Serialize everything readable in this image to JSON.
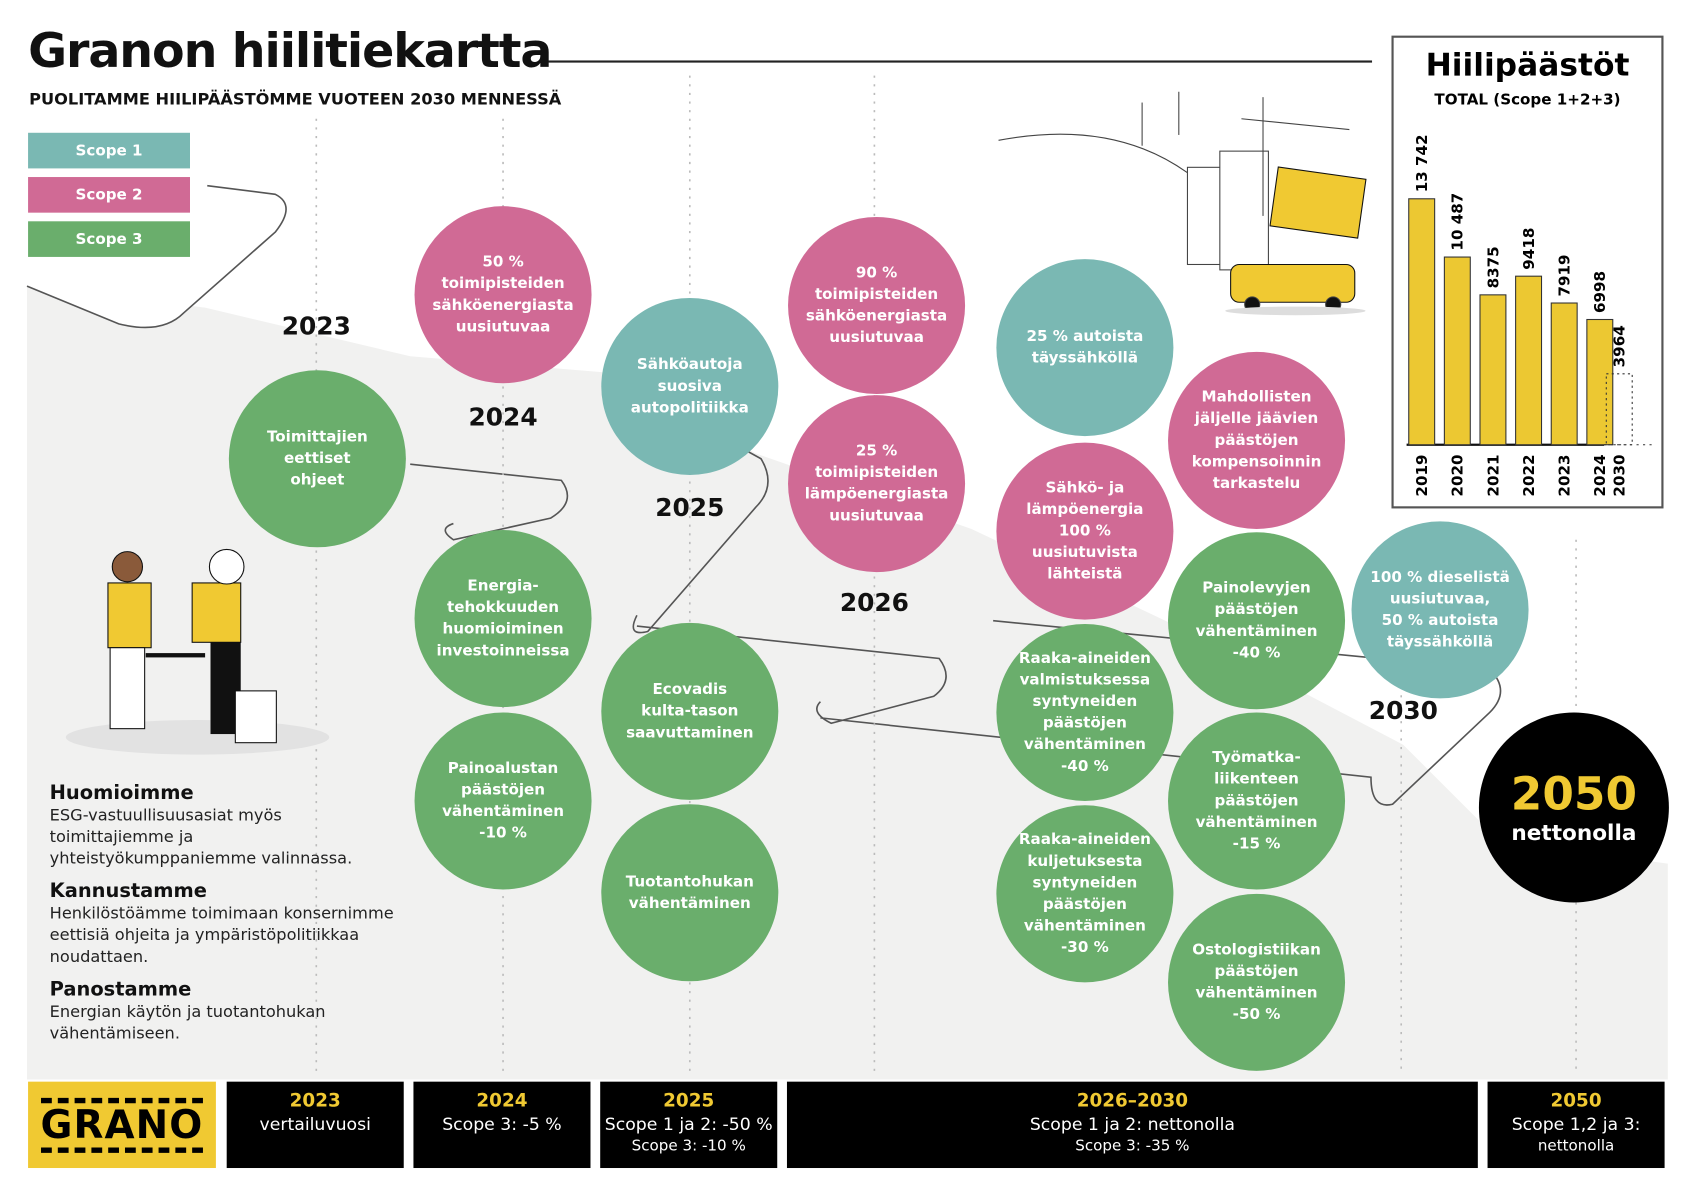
{
  "header": {
    "title": "Granon hiilitiekartta",
    "subtitle": "PUOLITAMME HIILIPÄÄSTÖMME VUOTEEN 2030 MENNESSÄ"
  },
  "colors": {
    "scope1": "#7ab8b3",
    "scope2": "#d06a95",
    "scope3": "#6aae6c",
    "yellow": "#f0c932",
    "black": "#000000"
  },
  "legend": [
    {
      "label": "Scope 1",
      "color": "#7ab8b3"
    },
    {
      "label": "Scope 2",
      "color": "#d06a95"
    },
    {
      "label": "Scope 3",
      "color": "#6aae6c"
    }
  ],
  "years": [
    "2023",
    "2024",
    "2025",
    "2026",
    "2030"
  ],
  "milestones": [
    {
      "text": "Toimittajien\neettiset\nohjeet",
      "scope": "scope3"
    },
    {
      "text": "50 %\ntoimipisteiden\nsähköenergiasta\nuusiutuvaa",
      "scope": "scope2"
    },
    {
      "text": "Energia-\ntehokkuuden\nhuomioiminen\ninvestoinneissa",
      "scope": "scope3"
    },
    {
      "text": "Painoalustan\npäästöjen\nvähentäminen\n-10 %",
      "scope": "scope3"
    },
    {
      "text": "Sähköautoja\nsuosiva\nautopolitiikka",
      "scope": "scope1"
    },
    {
      "text": "Ecovadis\nkulta-tason\nsaavuttaminen",
      "scope": "scope3"
    },
    {
      "text": "Tuotantohukan\nvähentäminen",
      "scope": "scope3"
    },
    {
      "text": "90 %\ntoimipisteiden\nsähköenergiasta\nuusiutuvaa",
      "scope": "scope2"
    },
    {
      "text": "25 %\ntoimipisteiden\nlämpöenergiasta\nuusiutuvaa",
      "scope": "scope2"
    },
    {
      "text": "25 % autoista\ntäyssähköllä",
      "scope": "scope1"
    },
    {
      "text": "Sähkö- ja\nlämpöenergia\n100 %\nuusiutuvista\nlähteistä",
      "scope": "scope2"
    },
    {
      "text": "Raaka-aineiden\nvalmistuksessa\nsyntyneiden\npäästöjen\nvähentäminen\n-40 %",
      "scope": "scope3"
    },
    {
      "text": "Raaka-aineiden\nkuljetuksesta\nsyntyneiden\npäästöjen\nvähentäminen\n-30 %",
      "scope": "scope3"
    },
    {
      "text": "Mahdollisten\njäljelle jäävien\npäästöjen\nkompensoinnin\ntarkastelu",
      "scope": "scope2"
    },
    {
      "text": "Painolevyjen\npäästöjen\nvähentäminen\n-40 %",
      "scope": "scope3"
    },
    {
      "text": "Työmatka-\nliikenteen\npäästöjen\nvähentäminen\n-15 %",
      "scope": "scope3"
    },
    {
      "text": "Ostologistiikan\npäästöjen\nvähentäminen\n-50 %",
      "scope": "scope3"
    },
    {
      "text": "100 % dieselistä\nuusiutuvaa,\n50 % autoista\ntäyssähköllä",
      "scope": "scope1"
    }
  ],
  "goal": {
    "year": "2050",
    "label": "nettonolla"
  },
  "notes": [
    {
      "heading": "Huomioimme",
      "text": "ESG-vastuullisuusasiat myös toimittajiemme ja yhteistyökumppaniemme valinnassa."
    },
    {
      "heading": "Kannustamme",
      "text": "Henkilöstöämme toimimaan konsernimme eettisiä ohjeita ja ympäristöpolitiikkaa noudattaen."
    },
    {
      "heading": "Panostamme",
      "text": "Energian käytön ja tuotantohukan vähentämiseen."
    }
  ],
  "chart_data": {
    "type": "bar",
    "title": "Hiilipäästöt",
    "subtitle": "TOTAL (Scope 1+2+3)",
    "categories": [
      "2019",
      "2020",
      "2021",
      "2022",
      "2023",
      "2024",
      "2030"
    ],
    "values": [
      13742,
      10487,
      8375,
      9418,
      7919,
      6998,
      3964
    ],
    "value_labels": [
      "13 742",
      "10 487",
      "8375",
      "9418",
      "7919",
      "6998",
      "3964"
    ],
    "target": [
      false,
      false,
      false,
      false,
      false,
      false,
      true
    ],
    "ylim": [
      0,
      15500
    ]
  },
  "logo": "GRANO",
  "footer": [
    {
      "year": "2023",
      "lines": [
        "vertailuvuosi"
      ]
    },
    {
      "year": "2024",
      "lines": [
        "Scope 3: -5 %"
      ]
    },
    {
      "year": "2025",
      "lines": [
        "Scope 1 ja 2: -50 %",
        "Scope 3: -10 %"
      ]
    },
    {
      "year": "2026–2030",
      "lines": [
        "Scope 1 ja 2: nettonolla",
        "Scope 3:  -35 %"
      ]
    },
    {
      "year": "2050",
      "lines": [
        "Scope 1,2 ja 3:",
        "nettonolla"
      ]
    }
  ]
}
